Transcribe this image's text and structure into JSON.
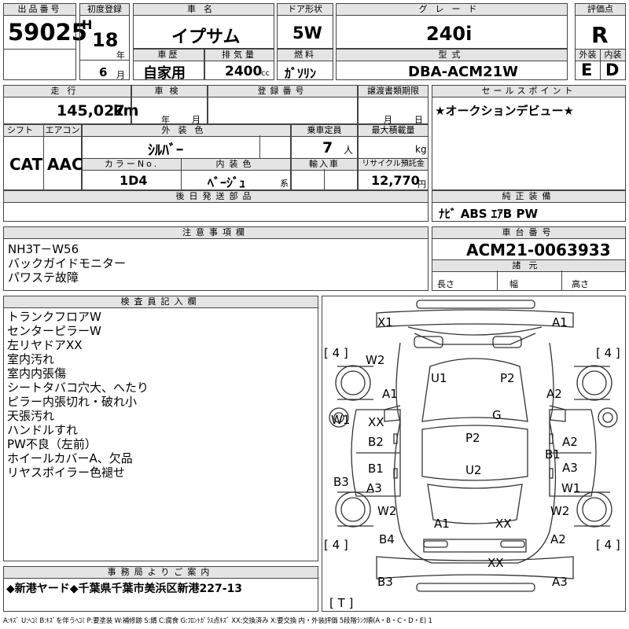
{
  "header": {
    "lot_label": "出品番号",
    "lot_value": "59025",
    "first_reg_label": "初度登録",
    "era": "H",
    "first_reg_year": "18",
    "year_unit": "年",
    "first_reg_month": "6",
    "month_unit": "月",
    "car_name_label": "車名",
    "car_name": "イプサム",
    "door_label": "ドア形状",
    "door": "5W",
    "grade_label": "グレード",
    "grade": "240i",
    "score_label": "評価点",
    "score": "R",
    "history_label": "車歴",
    "history": "自家用",
    "displacement_label": "排気量",
    "displacement": "2400",
    "displacement_unit": "cc",
    "fuel_label": "燃料",
    "fuel": "ｶﾞｿﾘﾝ",
    "model_label": "型式",
    "model": "DBA-ACM21W",
    "exterior_label": "外装",
    "exterior": "E",
    "interior_label": "内装",
    "interior": "D"
  },
  "row2": {
    "mileage_label": "走行",
    "mileage": "145,027",
    "mileage_unit": "km",
    "inspection_label": "車検",
    "year_unit": "年",
    "month_unit": "月",
    "reg_no_label": "登録番号",
    "transfer_label": "譲渡書類期限",
    "month_unit2": "月",
    "day_unit": "日",
    "sales_point_label": "セールスポイント",
    "sales_point": "★オークションデビュー★"
  },
  "row3": {
    "shift_label": "シフト",
    "shift": "CAT",
    "ac_label": "エアコン",
    "ac": "AAC",
    "ext_color_label": "外装色",
    "ext_color": "ｼﾙﾊﾞｰ",
    "capacity_label": "乗車定員",
    "capacity": "7",
    "capacity_unit": "人",
    "max_load_label": "最大積載量",
    "max_load_unit": "kg",
    "color_no_label": "カラーNo.",
    "color_no": "1D4",
    "int_color_label": "内装色",
    "int_color": "ﾍﾞｰｼﾞｭ",
    "int_color_unit": "系",
    "import_label": "輸入車",
    "recycle_label": "リサイクル預託金",
    "recycle": "12,770",
    "recycle_unit": "円",
    "later_parts_label": "後日発送部品",
    "equipment_label": "純正装備",
    "equipment": "ﾅﾋﾞ ABS ｴｱB PW"
  },
  "notes": {
    "label": "注意事項欄",
    "lines": [
      "NH3T－W56",
      "バックガイドモニター",
      "パワステ故障"
    ]
  },
  "chassis": {
    "label": "車台番号",
    "value": "ACM21-0063933",
    "specs_label": "諸元",
    "length_label": "長さ",
    "width_label": "幅",
    "height_label": "高さ"
  },
  "inspector": {
    "label": "検査員記入欄",
    "lines": [
      "トランクフロアW",
      "センターピラーW",
      "左リヤドアXX",
      "室内汚れ",
      "室内内張傷",
      "シートタバコ穴大、へたり",
      "ピラー内張切れ・破れ小",
      "天張汚れ",
      "ハンドルすれ",
      "PW不良（左前）",
      "ホイールカバーA、欠品",
      "リヤスポイラー色褪せ"
    ]
  },
  "diagram": {
    "marks": {
      "x1": "X1",
      "a1_top": "A1",
      "w2_fl": "W2",
      "a1_fl": "A1",
      "u1": "U1",
      "p2_roof": "P2",
      "a2_fr": "A2",
      "g": "G",
      "w1_l": "W1",
      "xx_l": "XX",
      "b2_l": "B2",
      "p2_c": "P2",
      "a2_r": "A2",
      "b1_r": "B1",
      "b1_l": "B1",
      "u2": "U2",
      "a3_r": "A3",
      "a3_l": "A3",
      "w1_r": "W1",
      "b3_l": "B3",
      "w2_rl": "W2",
      "w2_rr": "W2",
      "a1_rear": "A1",
      "xx_rear": "XX",
      "b4": "B4",
      "a2_rear": "A2",
      "xx_bumper": "XX",
      "b3_bottom": "B3",
      "a3_bottom": "A3"
    },
    "tire_left_top": "[ 4 ]",
    "tire_right_top": "[ 4 ]",
    "tire_left_bottom": "[ 4 ]",
    "tire_right_bottom": "[ 4 ]",
    "tread": "[ T ]"
  },
  "office": {
    "label": "事務局よりご案内",
    "text": "◆新港ヤード◆千葉県千葉市美浜区新港227-13"
  },
  "legend": "A:ｷｽﾞ U:ﾍｺﾐ B:ｷｽﾞを伴うﾍｺﾐ P:要塗装 W:補修跡 S:錆 C:腐食 G:ﾌﾛﾝﾄｶﾞﾗｽ点ｷｽﾞ XX:交換済み X:要交換 内・外装評価 5段階ﾗﾝｸ順(A・B・C・D・E) 1"
}
